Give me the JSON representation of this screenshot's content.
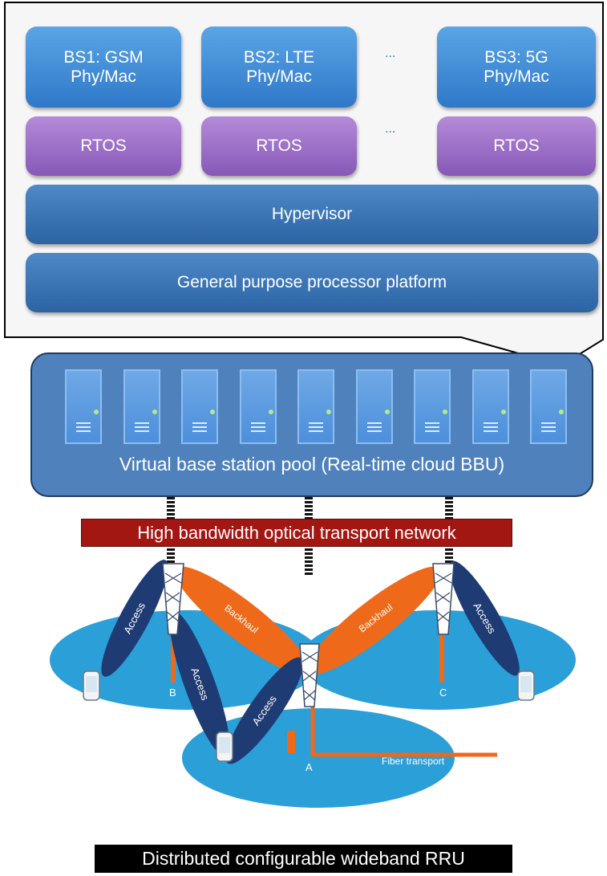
{
  "bbu_stack": {
    "base_stations": [
      {
        "line1": "BS1: GSM",
        "line2": "Phy/Mac"
      },
      {
        "line1": "BS2: LTE",
        "line2": "Phy/Mac"
      },
      {
        "line1": "BS3: 5G",
        "line2": "Phy/Mac"
      }
    ],
    "rtos_label": "RTOS",
    "ellipsis": "...",
    "hypervisor": "Hypervisor",
    "processor_platform": "General purpose processor platform"
  },
  "pool": {
    "label": "Virtual base station pool (Real-time cloud BBU)",
    "server_count": 9
  },
  "transport": {
    "label": "High bandwidth optical transport network"
  },
  "rru": {
    "label": "Distributed configurable wideband RRU",
    "link_labels": {
      "access": "Access",
      "backhaul": "Backhaul",
      "fiber": "Fiber transport"
    },
    "site_labels": {
      "a": "A",
      "b": "B",
      "c": "C"
    }
  },
  "colors": {
    "bs_blue": "#2f78c9",
    "rtos_purple": "#8658b8",
    "hypervisor_blue": "#2b63a3",
    "pool_blue": "#4f81bd",
    "transport_red": "#a31712",
    "cell_cyan": "#2a9fd8",
    "access_navy": "#1f3b73",
    "backhaul_orange": "#ee6a1a"
  }
}
